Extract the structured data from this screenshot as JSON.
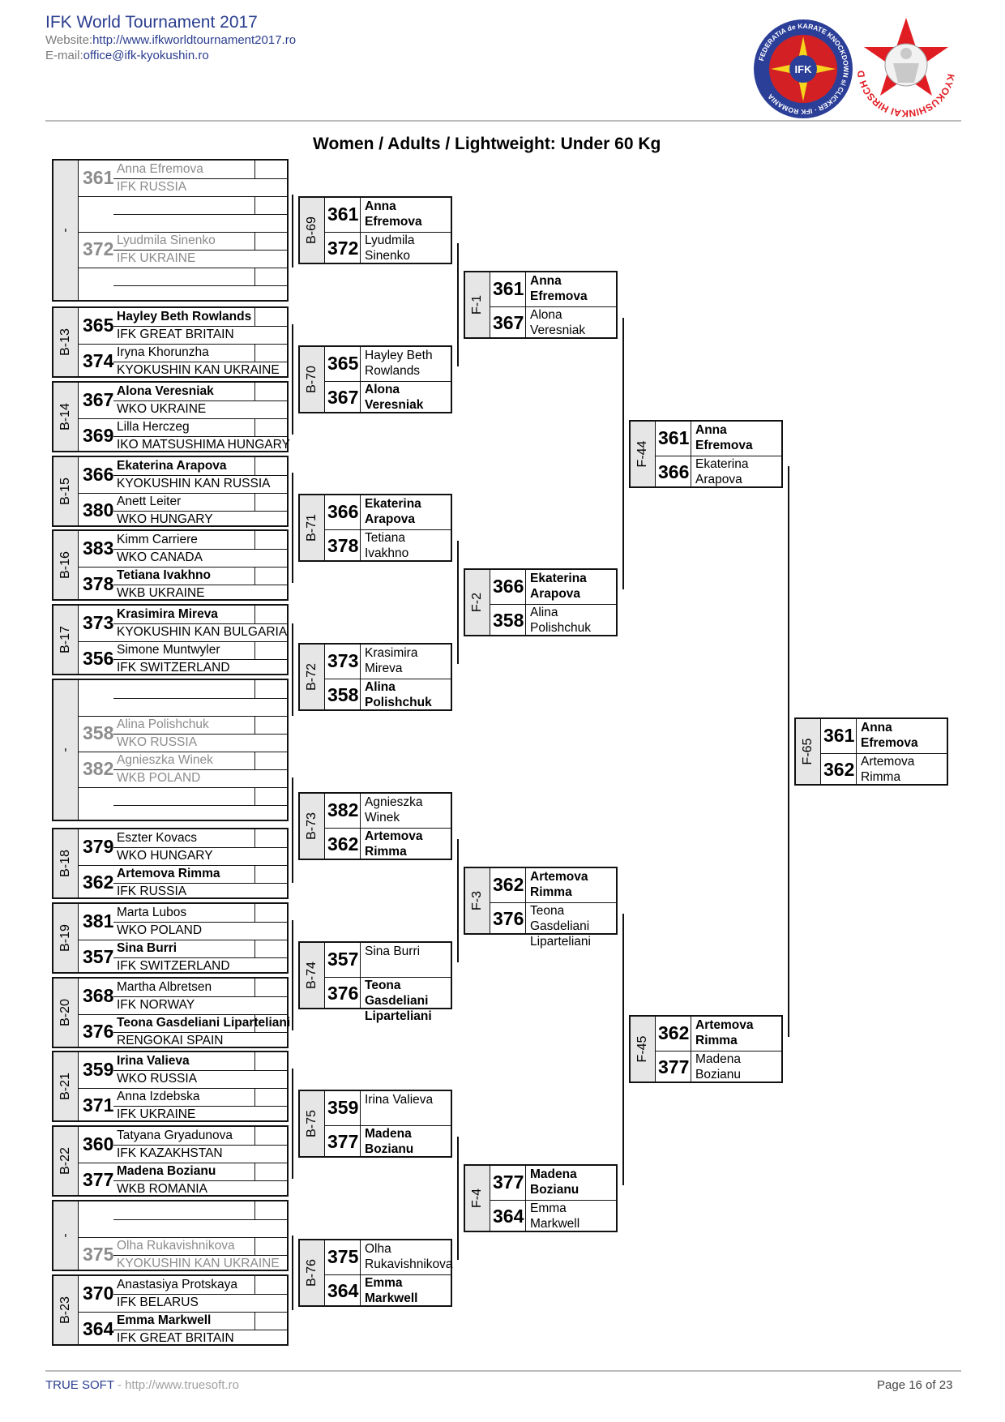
{
  "header": {
    "title": "IFK World Tournament 2017",
    "website_label": "Website:",
    "website": "http://www.ifkworldtournament2017.ro",
    "email_label": "E-mail:",
    "email": "office@ifk-kyokushin.ro",
    "logo1_text": "FEDERATIA de KARATE KNOCKDOWN si CLICKER · IFK ROMANIA",
    "logo1_center": "IFK",
    "logo2_text": "KYOKUSHINKAI HIRSCH DOJO"
  },
  "page_title": "Women / Adults / Lightweight: Under 60 Kg",
  "round1": [
    {
      "label": "-",
      "bye": true,
      "entries": [
        {
          "seed": "361",
          "name": "Anna Efremova",
          "club": "IFK RUSSIA",
          "winner": false
        },
        {
          "seed": "372",
          "name": "Lyudmila Sinenko",
          "club": "IFK UKRAINE",
          "winner": false
        }
      ]
    },
    {
      "label": "B-13",
      "entries": [
        {
          "seed": "365",
          "name": "Hayley Beth Rowlands",
          "club": "IFK GREAT BRITAIN",
          "winner": true
        },
        {
          "seed": "374",
          "name": "Iryna Khorunzha",
          "club": "KYOKUSHIN KAN UKRAINE",
          "winner": false
        }
      ]
    },
    {
      "label": "B-14",
      "entries": [
        {
          "seed": "367",
          "name": "Alona Veresniak",
          "club": "WKO UKRAINE",
          "winner": true
        },
        {
          "seed": "369",
          "name": "Lilla Herczeg",
          "club": "IKO MATSUSHIMA HUNGARY",
          "winner": false
        }
      ]
    },
    {
      "label": "B-15",
      "entries": [
        {
          "seed": "366",
          "name": "Ekaterina Arapova",
          "club": "KYOKUSHIN KAN RUSSIA",
          "winner": true
        },
        {
          "seed": "380",
          "name": "Anett Leiter",
          "club": "WKO HUNGARY",
          "winner": false
        }
      ]
    },
    {
      "label": "B-16",
      "entries": [
        {
          "seed": "383",
          "name": "Kimm Carriere",
          "club": "WKO CANADA",
          "winner": false
        },
        {
          "seed": "378",
          "name": "Tetiana Ivakhno",
          "club": "WKB UKRAINE",
          "winner": true
        }
      ]
    },
    {
      "label": "B-17",
      "entries": [
        {
          "seed": "373",
          "name": "Krasimira Mireva",
          "club": "KYOKUSHIN KAN BULGARIA",
          "winner": true
        },
        {
          "seed": "356",
          "name": "Simone Muntwyler",
          "club": "IFK SWITZERLAND",
          "winner": false
        }
      ]
    },
    {
      "label": "-",
      "bye": true,
      "entries": [
        {
          "seed": "358",
          "name": "Alina Polishchuk",
          "club": "WKO RUSSIA",
          "winner": false
        },
        {
          "seed": "382",
          "name": "Agnieszka Winek",
          "club": "WKB POLAND",
          "winner": false
        }
      ]
    },
    {
      "label": "B-18",
      "entries": [
        {
          "seed": "379",
          "name": "Eszter Kovacs",
          "club": "WKO HUNGARY",
          "winner": false
        },
        {
          "seed": "362",
          "name": "Artemova Rimma",
          "club": "IFK RUSSIA",
          "winner": true
        }
      ]
    },
    {
      "label": "B-19",
      "entries": [
        {
          "seed": "381",
          "name": "Marta Lubos",
          "club": "WKO POLAND",
          "winner": false
        },
        {
          "seed": "357",
          "name": "Sina Burri",
          "club": "IFK SWITZERLAND",
          "winner": true
        }
      ]
    },
    {
      "label": "B-20",
      "entries": [
        {
          "seed": "368",
          "name": "Martha Albretsen",
          "club": "IFK NORWAY",
          "winner": false
        },
        {
          "seed": "376",
          "name": "Teona Gasdeliani Liparteliani",
          "club": "RENGOKAI SPAIN",
          "winner": true
        }
      ]
    },
    {
      "label": "B-21",
      "entries": [
        {
          "seed": "359",
          "name": "Irina Valieva",
          "club": "WKO RUSSIA",
          "winner": true
        },
        {
          "seed": "371",
          "name": "Anna Izdebska",
          "club": "IFK UKRAINE",
          "winner": false
        }
      ]
    },
    {
      "label": "B-22",
      "entries": [
        {
          "seed": "360",
          "name": "Tatyana Gryadunova",
          "club": "IFK KAZAKHSTAN",
          "winner": false
        },
        {
          "seed": "377",
          "name": "Madena Bozianu",
          "club": "WKB ROMANIA",
          "winner": true
        }
      ]
    },
    {
      "label": "-",
      "bye": true,
      "entries": [
        {
          "seed": "375",
          "name": "Olha Rukavishnikova",
          "club": "KYOKUSHIN KAN UKRAINE",
          "winner": false
        }
      ]
    },
    {
      "label": "B-23",
      "entries": [
        {
          "seed": "370",
          "name": "Anastasiya Protskaya",
          "club": "IFK BELARUS",
          "winner": false
        },
        {
          "seed": "364",
          "name": "Emma Markwell",
          "club": "IFK GREAT BRITAIN",
          "winner": true
        }
      ]
    }
  ],
  "round2": [
    {
      "label": "B-69",
      "entries": [
        {
          "seed": "361",
          "name": "Anna Efremova",
          "winner": true
        },
        {
          "seed": "372",
          "name": "Lyudmila Sinenko",
          "winner": false
        }
      ]
    },
    {
      "label": "B-70",
      "entries": [
        {
          "seed": "365",
          "name": "Hayley Beth Rowlands",
          "winner": false
        },
        {
          "seed": "367",
          "name": "Alona Veresniak",
          "winner": true
        }
      ]
    },
    {
      "label": "B-71",
      "entries": [
        {
          "seed": "366",
          "name": "Ekaterina Arapova",
          "winner": true
        },
        {
          "seed": "378",
          "name": "Tetiana Ivakhno",
          "winner": false
        }
      ]
    },
    {
      "label": "B-72",
      "entries": [
        {
          "seed": "373",
          "name": "Krasimira Mireva",
          "winner": false
        },
        {
          "seed": "358",
          "name": "Alina Polishchuk",
          "winner": true
        }
      ]
    },
    {
      "label": "B-73",
      "entries": [
        {
          "seed": "382",
          "name": "Agnieszka Winek",
          "winner": false
        },
        {
          "seed": "362",
          "name": "Artemova Rimma",
          "winner": true
        }
      ]
    },
    {
      "label": "B-74",
      "entries": [
        {
          "seed": "357",
          "name": "Sina Burri",
          "winner": false
        },
        {
          "seed": "376",
          "name": "Teona Gasdeliani Liparteliani",
          "winner": true
        }
      ]
    },
    {
      "label": "B-75",
      "entries": [
        {
          "seed": "359",
          "name": "Irina Valieva",
          "winner": false
        },
        {
          "seed": "377",
          "name": "Madena Bozianu",
          "winner": true
        }
      ]
    },
    {
      "label": "B-76",
      "entries": [
        {
          "seed": "375",
          "name": "Olha Rukavishnikova",
          "winner": false
        },
        {
          "seed": "364",
          "name": "Emma Markwell",
          "winner": true
        }
      ]
    }
  ],
  "round3": [
    {
      "label": "F-1",
      "entries": [
        {
          "seed": "361",
          "name": "Anna Efremova",
          "winner": true
        },
        {
          "seed": "367",
          "name": "Alona Veresniak",
          "winner": false
        }
      ]
    },
    {
      "label": "F-2",
      "entries": [
        {
          "seed": "366",
          "name": "Ekaterina Arapova",
          "winner": true
        },
        {
          "seed": "358",
          "name": "Alina Polishchuk",
          "winner": false
        }
      ]
    },
    {
      "label": "F-3",
      "entries": [
        {
          "seed": "362",
          "name": "Artemova Rimma",
          "winner": true
        },
        {
          "seed": "376",
          "name": "Teona Gasdeliani Liparteliani",
          "winner": false
        }
      ]
    },
    {
      "label": "F-4",
      "entries": [
        {
          "seed": "377",
          "name": "Madena Bozianu",
          "winner": true
        },
        {
          "seed": "364",
          "name": "Emma Markwell",
          "winner": false
        }
      ]
    }
  ],
  "round4": [
    {
      "label": "F-44",
      "entries": [
        {
          "seed": "361",
          "name": "Anna Efremova",
          "winner": true
        },
        {
          "seed": "366",
          "name": "Ekaterina Arapova",
          "winner": false
        }
      ]
    },
    {
      "label": "F-45",
      "entries": [
        {
          "seed": "362",
          "name": "Artemova Rimma",
          "winner": true
        },
        {
          "seed": "377",
          "name": "Madena Bozianu",
          "winner": false
        }
      ]
    }
  ],
  "final": [
    {
      "label": "F-65",
      "entries": [
        {
          "seed": "361",
          "name": "Anna Efremova",
          "winner": true
        },
        {
          "seed": "362",
          "name": "Artemova Rimma",
          "winner": false
        }
      ]
    }
  ],
  "footer": {
    "brand": "TRUE SOFT",
    "url": "- http://www.truesoft.ro",
    "page": "Page 16 of 23"
  }
}
